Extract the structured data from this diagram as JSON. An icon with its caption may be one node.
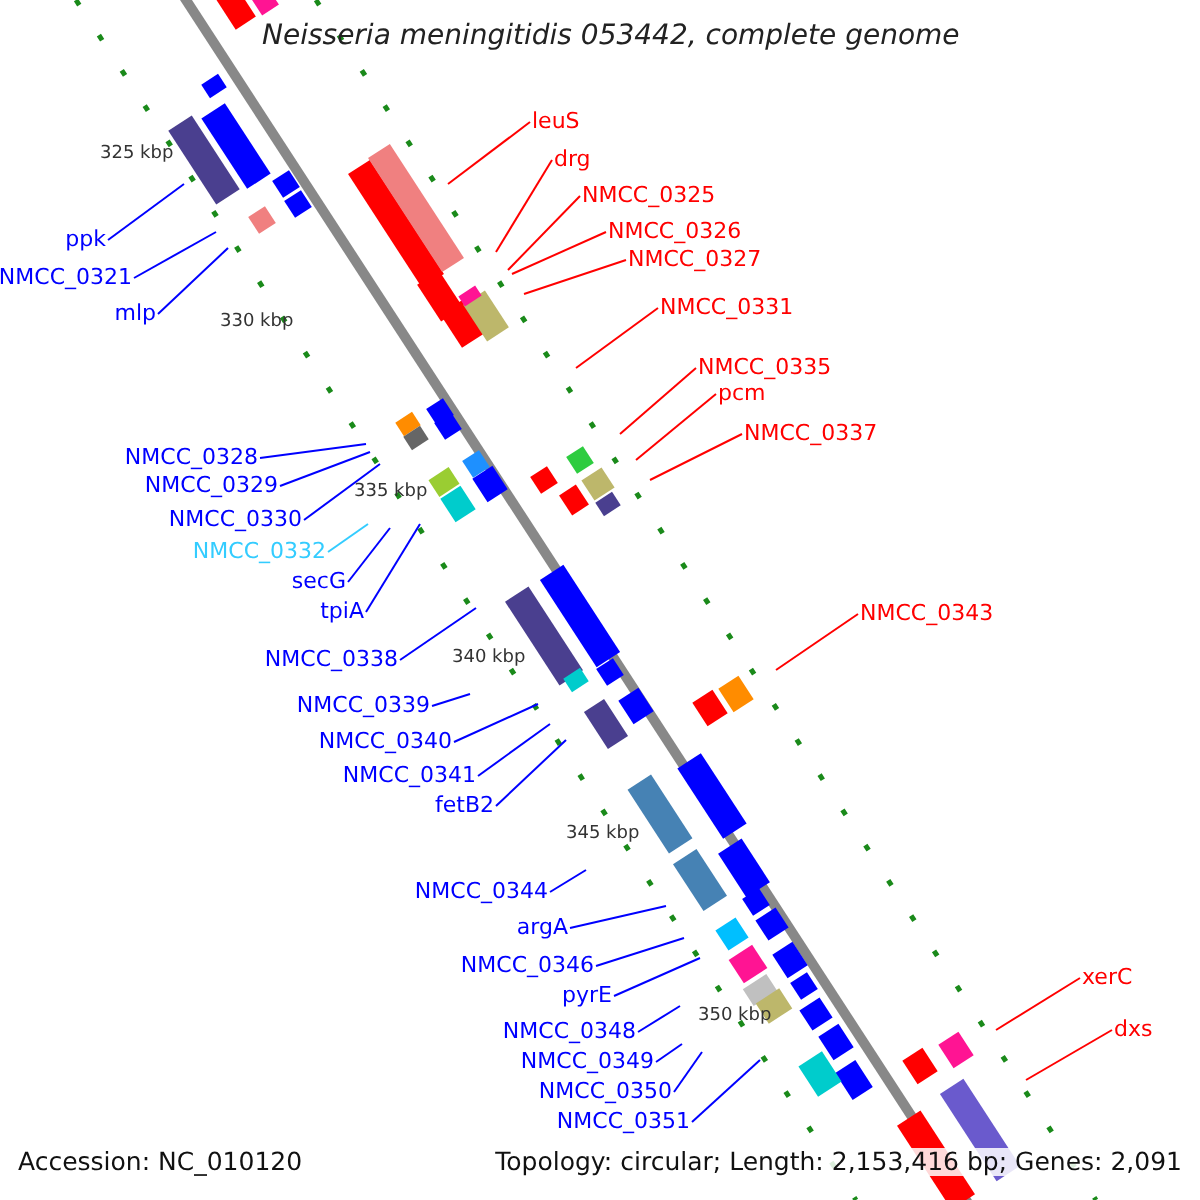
{
  "diagram": {
    "title": "Neisseria meningitidis 053442, complete genome",
    "nodes": [
      {
        "text": [
          "ppk"
        ]
      },
      {
        "text": [
          "NMCC_0321"
        ]
      },
      {
        "text": [
          "mlp"
        ]
      },
      {
        "text": [
          "NMCC_0328"
        ]
      },
      {
        "text": [
          "NMCC_0329"
        ]
      },
      {
        "text": [
          "NMCC_0330"
        ]
      },
      {
        "text": [
          "NMCC_0332"
        ]
      },
      {
        "text": [
          "secG"
        ]
      },
      {
        "text": [
          "tpiA"
        ]
      },
      {
        "text": [
          "NMCC_0338"
        ]
      },
      {
        "text": [
          "NMCC_0339"
        ]
      },
      {
        "text": [
          "NMCC_0340"
        ]
      },
      {
        "text": [
          "NMCC_0341"
        ]
      },
      {
        "text": [
          "fetB2"
        ]
      },
      {
        "text": [
          "NMCC_0344"
        ]
      },
      {
        "text": [
          "argA"
        ]
      },
      {
        "text": [
          "NMCC_0346"
        ]
      },
      {
        "text": [
          "pyrE"
        ]
      },
      {
        "text": [
          "NMCC_0348"
        ]
      },
      {
        "text": [
          "NMCC_0349"
        ]
      },
      {
        "text": [
          "NMCC_0350"
        ]
      },
      {
        "text": [
          "NMCC_0351"
        ]
      },
      {
        "text": [
          "leuS"
        ]
      },
      {
        "text": [
          "drg"
        ]
      },
      {
        "text": [
          "NMCC_0325"
        ]
      },
      {
        "text": [
          "NMCC_0326"
        ]
      },
      {
        "text": [
          "NMCC_0327"
        ]
      },
      {
        "text": [
          "NMCC_0331"
        ]
      },
      {
        "text": [
          "NMCC_0335"
        ]
      },
      {
        "text": [
          "pcm"
        ]
      },
      {
        "text": [
          "NMCC_0337"
        ]
      },
      {
        "text": [
          "NMCC_0343"
        ]
      },
      {
        "text": [
          "xerC"
        ]
      },
      {
        "text": [
          "dxs"
        ]
      }
    ],
    "edges": [
      {
        "from": 0,
        "to": null,
        "arrow": "none"
      },
      {
        "from": 1,
        "to": null,
        "arrow": "none"
      },
      {
        "from": 2,
        "to": null,
        "arrow": "none"
      },
      {
        "from": 3,
        "to": null,
        "arrow": "none"
      },
      {
        "from": 4,
        "to": null,
        "arrow": "none"
      },
      {
        "from": 5,
        "to": null,
        "arrow": "none"
      },
      {
        "from": 6,
        "to": null,
        "arrow": "none",
        "color": "#33ccff"
      },
      {
        "from": 7,
        "to": null,
        "arrow": "none"
      },
      {
        "from": 8,
        "to": null,
        "arrow": "none"
      },
      {
        "from": 9,
        "to": null,
        "arrow": "none"
      },
      {
        "from": 10,
        "to": null,
        "arrow": "none"
      },
      {
        "from": 11,
        "to": null,
        "arrow": "none"
      },
      {
        "from": 12,
        "to": null,
        "arrow": "none"
      },
      {
        "from": 13,
        "to": null,
        "arrow": "none"
      },
      {
        "from": 14,
        "to": null,
        "arrow": "none"
      },
      {
        "from": 15,
        "to": null,
        "arrow": "none"
      },
      {
        "from": 16,
        "to": null,
        "arrow": "none"
      },
      {
        "from": 17,
        "to": null,
        "arrow": "none"
      },
      {
        "from": 18,
        "to": null,
        "arrow": "none"
      },
      {
        "from": 19,
        "to": null,
        "arrow": "none"
      },
      {
        "from": 20,
        "to": null,
        "arrow": "none"
      },
      {
        "from": 21,
        "to": null,
        "arrow": "none"
      },
      {
        "from": 22,
        "to": null,
        "arrow": "none",
        "color": "#ff0000"
      },
      {
        "from": 23,
        "to": null,
        "arrow": "none",
        "color": "#ff0000"
      },
      {
        "from": 24,
        "to": null,
        "arrow": "none",
        "color": "#ff0000"
      },
      {
        "from": 25,
        "to": null,
        "arrow": "none",
        "color": "#ff0000"
      },
      {
        "from": 26,
        "to": null,
        "arrow": "none",
        "color": "#ff0000"
      },
      {
        "from": 27,
        "to": null,
        "arrow": "none",
        "color": "#ff0000"
      },
      {
        "from": 28,
        "to": null,
        "arrow": "none",
        "color": "#ff0000"
      },
      {
        "from": 29,
        "to": null,
        "arrow": "none",
        "color": "#ff0000"
      },
      {
        "from": 30,
        "to": null,
        "arrow": "none",
        "color": "#ff0000"
      },
      {
        "from": 31,
        "to": null,
        "arrow": "none",
        "color": "#ff0000"
      },
      {
        "from": 32,
        "to": null,
        "arrow": "none",
        "color": "#ff0000"
      },
      {
        "from": 33,
        "to": null,
        "arrow": "none",
        "color": "#ff0000"
      }
    ],
    "labels": [
      "325 kbp",
      "330 kbp",
      "335 kbp",
      "340 kbp",
      "345 kbp",
      "350 kbp",
      "Accession: NC_010120",
      "Topology: circular; Length: 2,153,416 bp; Genes: 2,091"
    ]
  }
}
